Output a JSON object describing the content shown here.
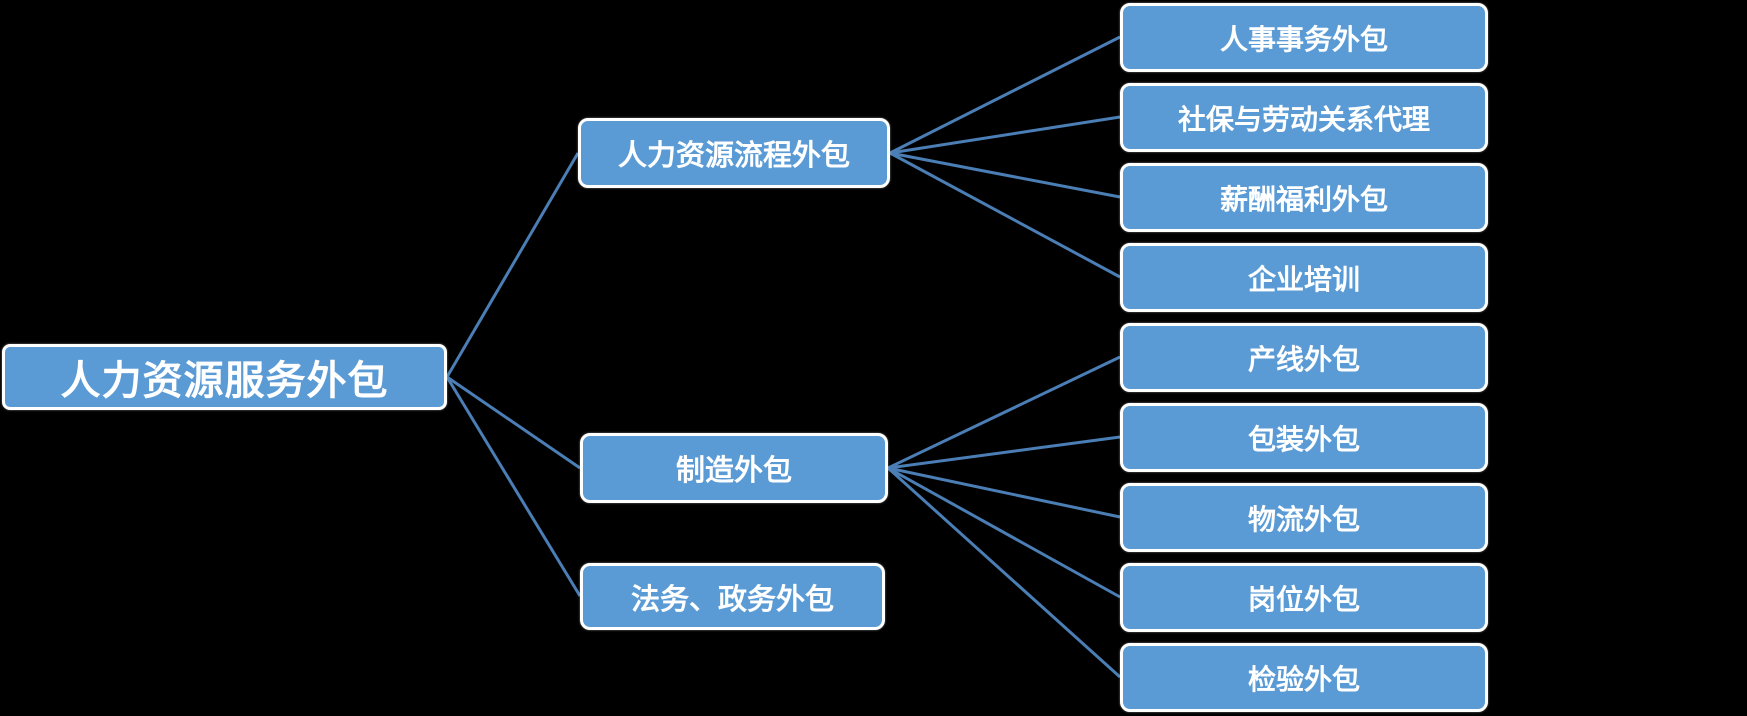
{
  "diagram": {
    "root": {
      "label": "人力资源服务外包"
    },
    "branches": [
      {
        "label": "人力资源流程外包",
        "children": [
          {
            "label": "人事事务外包"
          },
          {
            "label": "社保与劳动关系代理"
          },
          {
            "label": "薪酬福利外包"
          },
          {
            "label": "企业培训"
          }
        ]
      },
      {
        "label": "制造外包",
        "children": [
          {
            "label": "产线外包"
          },
          {
            "label": "包装外包"
          },
          {
            "label": "物流外包"
          },
          {
            "label": "岗位外包"
          },
          {
            "label": "检验外包"
          }
        ]
      },
      {
        "label": "法务、政务外包",
        "children": []
      }
    ],
    "colors": {
      "background": "#000000",
      "node_fill": "#5B9BD5",
      "node_border": "#FFFFFF",
      "connector": "#4A7EB5",
      "text": "#FFFFFF"
    }
  }
}
